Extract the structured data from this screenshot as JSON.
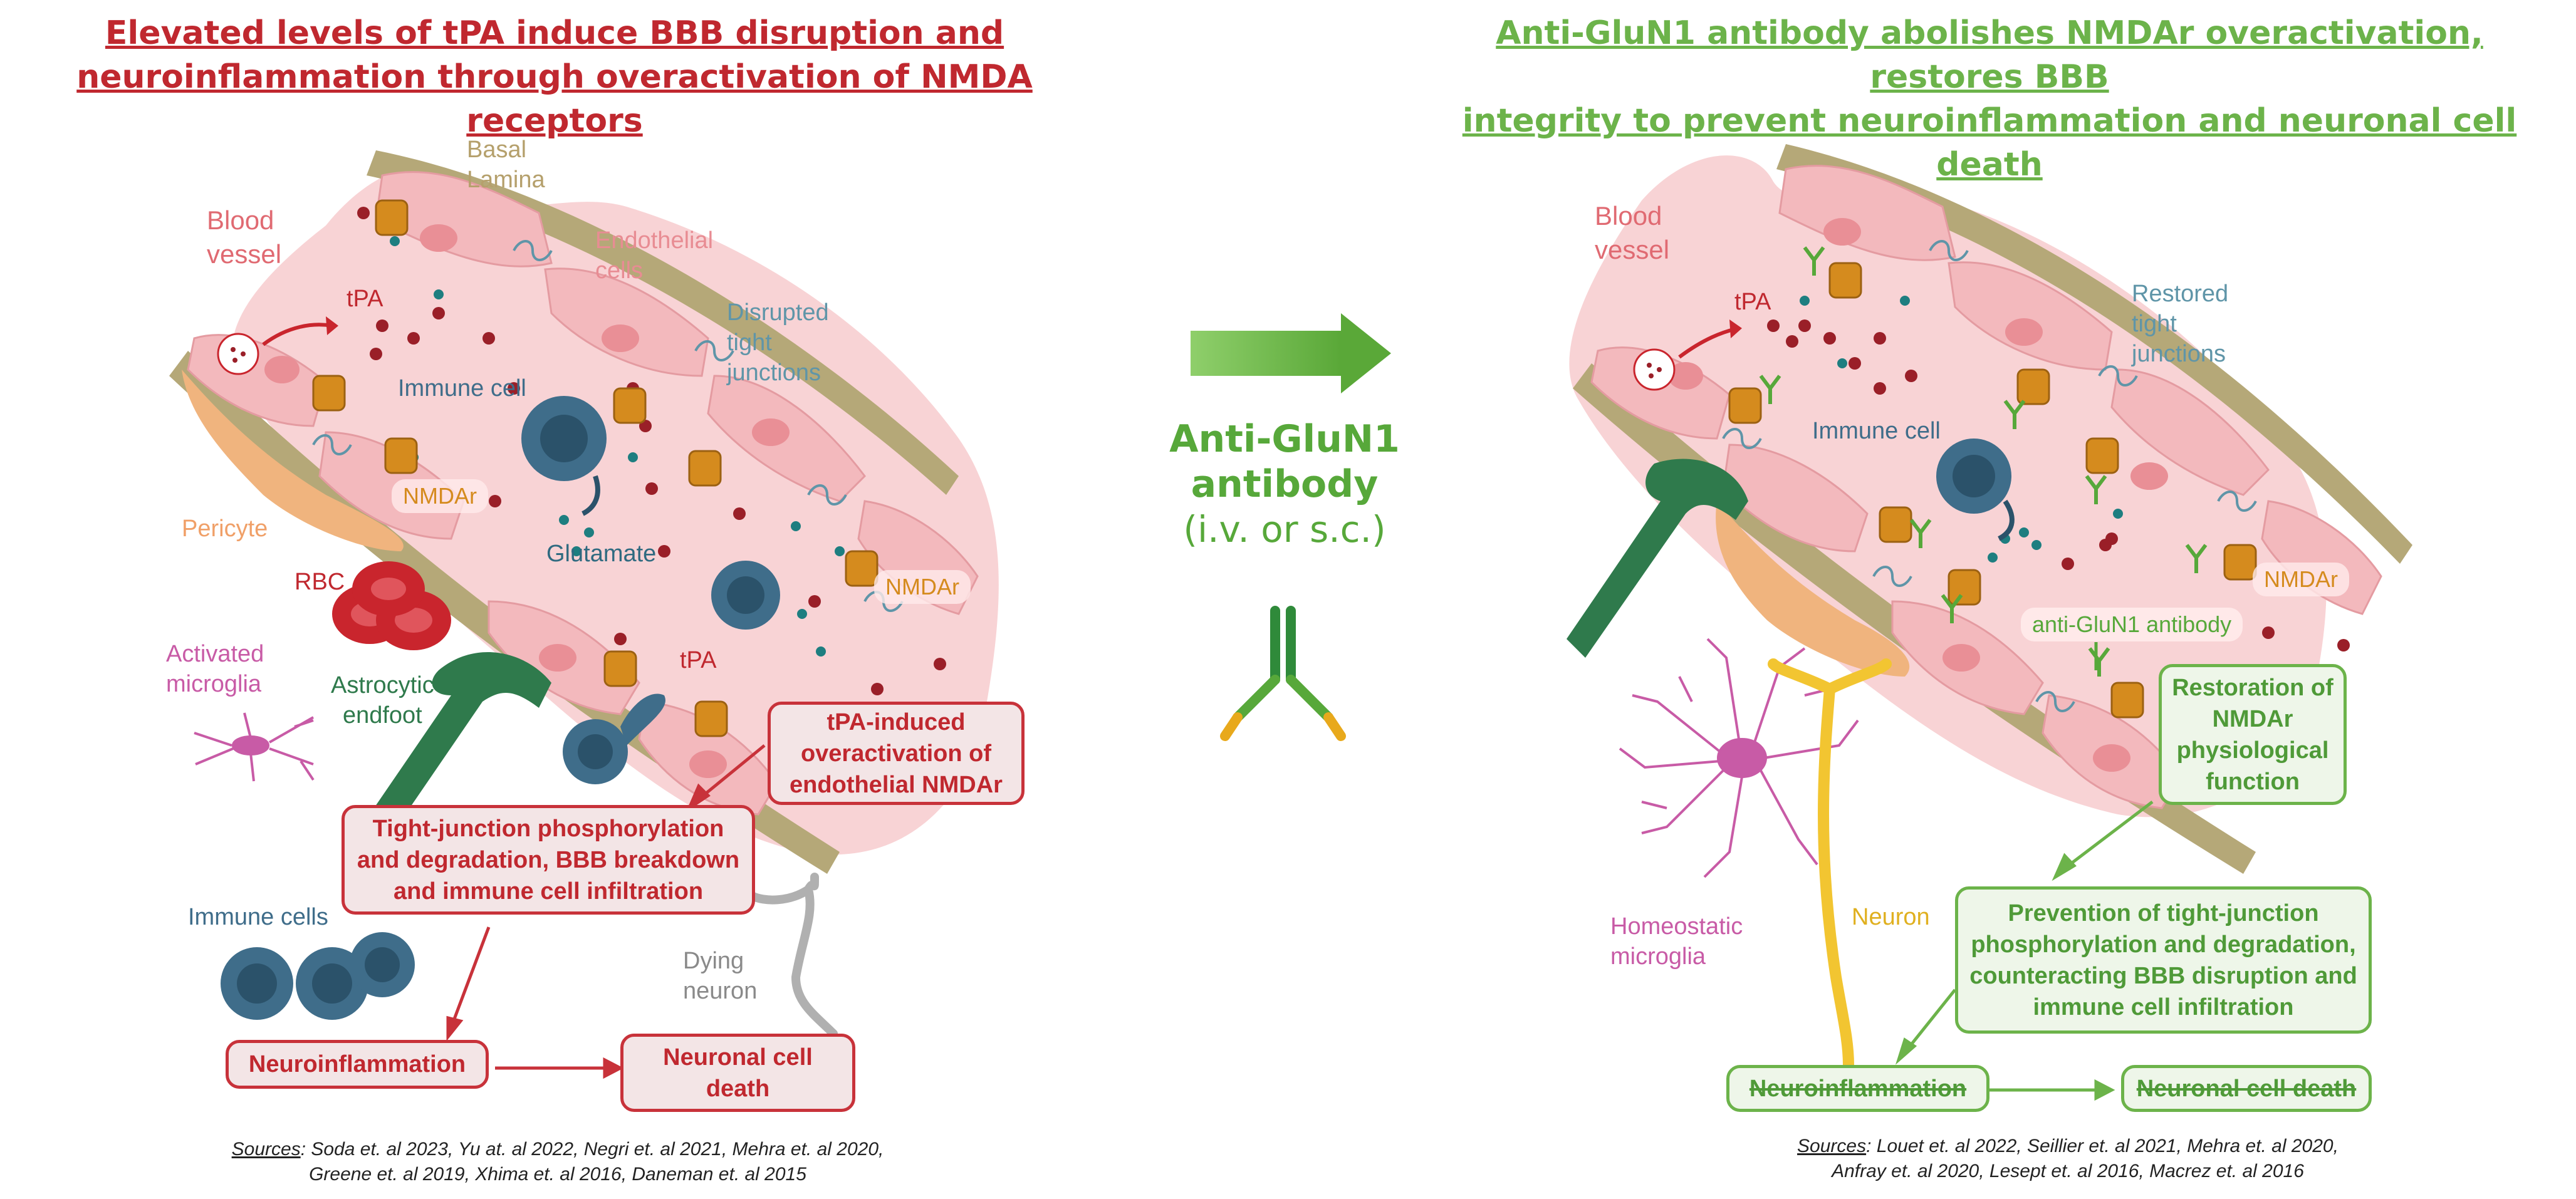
{
  "left_panel": {
    "title_line1": "Elevated levels of tPA induce BBB disruption and",
    "title_line2": "neuroinflammation through overactivation of NMDA receptors",
    "labels": {
      "blood_vessel_1": "Blood",
      "blood_vessel_2": "vessel",
      "basal_lamina_1": "Basal",
      "basal_lamina_2": "Lamina",
      "endothelial_1": "Endothelial",
      "endothelial_2": "cells",
      "disrupted_1": "Disrupted",
      "disrupted_2": "tight",
      "disrupted_3": "junctions",
      "tpa_top": "tPA",
      "immune_cell": "Immune cell",
      "nmdar_1": "NMDAr",
      "nmdar_2": "NMDAr",
      "glutamate": "Glutamate",
      "pericyte": "Pericyte",
      "rbc": "RBC",
      "activated_microglia_1": "Activated",
      "activated_microglia_2": "microglia",
      "astrocytic_1": "Astrocytic",
      "astrocytic_2": "endfoot",
      "tpa_bottom": "tPA",
      "immune_cells": "Immune cells",
      "dying_neuron_1": "Dying",
      "dying_neuron_2": "neuron"
    },
    "boxes": {
      "tpa_overactivation": [
        "tPA-induced",
        "overactivation of",
        "endothelial NMDAr"
      ],
      "tight_junction": [
        "Tight-junction phosphorylation",
        "and degradation, BBB breakdown",
        "and immune cell infiltration"
      ],
      "neuroinflammation": "Neuroinflammation",
      "neuronal_death": [
        "Neuronal cell",
        "death"
      ]
    },
    "sources_label": "Sources",
    "sources_line1": ": Soda et. al 2023, Yu at. al 2022, Negri et. al 2021,  Mehra et. al 2020,",
    "sources_line2": "Greene et. al  2019, Xhima et. al 2016, Daneman et. al 2015"
  },
  "middle": {
    "line1": "Anti-GluN1",
    "line2": "antibody",
    "line3": "(i.v. or s.c.)"
  },
  "right_panel": {
    "title_line1": "Anti-GluN1 antibody abolishes NMDAr overactivation, restores BBB",
    "title_line2": "integrity to prevent neuroinflammation and neuronal cell death",
    "labels": {
      "blood_vessel_1": "Blood",
      "blood_vessel_2": "vessel",
      "tpa": "tPA",
      "restored_1": "Restored",
      "restored_2": "tight",
      "restored_3": "junctions",
      "immune_cell": "Immune cell",
      "nmdar": "NMDAr",
      "anti_glun1": "anti-GluN1 antibody",
      "homeostatic_1": "Homeostatic",
      "homeostatic_2": "microglia",
      "neuron": "Neuron"
    },
    "boxes": {
      "restoration": [
        "Restoration of",
        "NMDAr",
        "physiological",
        "function"
      ],
      "prevention": [
        "Prevention of tight-junction",
        "phosphorylation and degradation,",
        "counteracting BBB disruption and",
        "immune cell infiltration"
      ],
      "neuroinflammation": "Neuroinflammation",
      "neuronal_death": "Neuronal cell death"
    },
    "sources_label": "Sources",
    "sources_line1": ": Louet et. al 2022, Seillier et. al 2021, Mehra et. al 2020,",
    "sources_line2": "Anfray et. al 2020, Lesept et. al 2016, Macrez et. al 2016"
  },
  "colors": {
    "red_title": "#c0282f",
    "green_title": "#6cb34a",
    "vessel_pink": "#f6c9cb",
    "endothelial": "#f1a9ae",
    "basal_lamina": "#b5a878",
    "nmdar_orange": "#d58b1e",
    "tight_junction_blue": "#5f95a8",
    "immune_blue": "#3f6d8a",
    "rbc_red": "#c9252d",
    "astrocyte_green": "#2f7a4c",
    "pericyte_orange": "#f0b47e",
    "microglia_pink": "#c85ba6",
    "neuron_yellow": "#f2c531",
    "dying_neuron_gray": "#b0b0b0",
    "antibody_green": "#57a83a"
  }
}
